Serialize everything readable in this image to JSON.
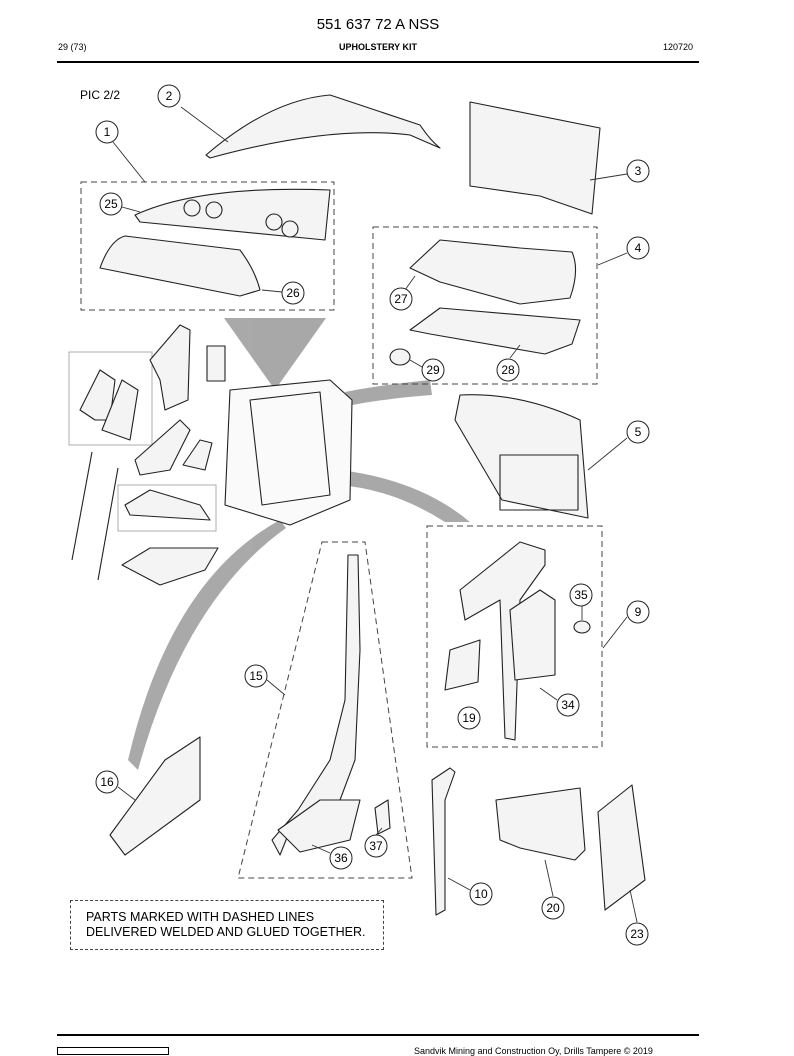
{
  "header": {
    "document_number": "551 637 72 A NSS",
    "page_count": "29 (73)",
    "kit_title": "UPHOLSTERY KIT",
    "date_code": "120720"
  },
  "figure": {
    "pic_label": "PIC 2/2",
    "callouts": [
      "1",
      "2",
      "3",
      "4",
      "5",
      "9",
      "10",
      "15",
      "16",
      "19",
      "20",
      "23",
      "25",
      "26",
      "27",
      "28",
      "29",
      "34",
      "35",
      "36",
      "37"
    ]
  },
  "note": {
    "line1": "PARTS MARKED WITH DASHED LINES",
    "line2": "DELIVERED WELDED AND GLUED TOGETHER."
  },
  "footer": {
    "copyright": "Sandvik Mining and Construction Oy, Drills Tampere © 2019"
  },
  "colors": {
    "ink": "#000000",
    "shade": "#9a9a9a",
    "line": "#333333"
  }
}
